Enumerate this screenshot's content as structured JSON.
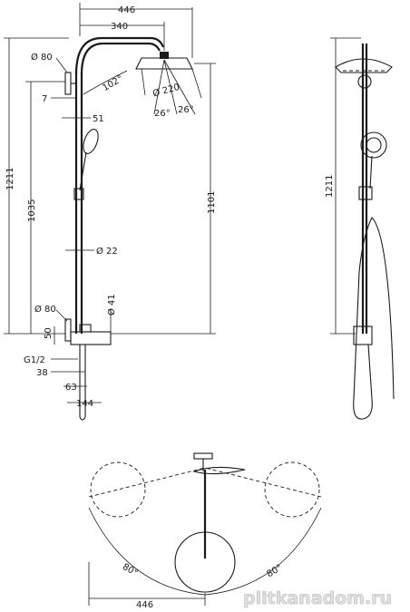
{
  "front_view": {
    "dims": {
      "total_width": "446",
      "arm_length": "340",
      "arm_angle": "102°",
      "head_diameter": "Ø 220",
      "tilt_left": "26°",
      "tilt_right": "26°",
      "height_total": "1211",
      "height_bar": "1035",
      "height_head": "1101",
      "top_holder": "Ø 80",
      "dim_7": "7",
      "dim_51": "51",
      "pipe_dia": "Ø 22",
      "bottom_holder": "Ø 80",
      "valve_dia": "Ø 41",
      "dim_50": "50",
      "thread": "G1/2",
      "dim_38": "38",
      "dim_63": "63",
      "dim_144": "144"
    }
  },
  "side_view": {
    "dims": {
      "height": "1211"
    }
  },
  "plan_view": {
    "dims": {
      "angle_left": "80°",
      "angle_right": "80°",
      "width": "446"
    }
  },
  "watermark": "plitkanadom.ru"
}
